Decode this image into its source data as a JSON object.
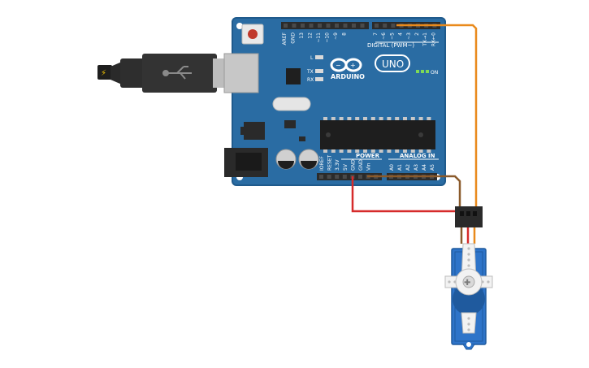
{
  "board": {
    "header_left": "AREF GND 13 12 ~11 ~10 ~9 8",
    "header_right": "7 ~6 ~5 4 ~3 2 TX→1 RX←0",
    "pins_left": [
      "AREF",
      "GND",
      "13",
      "12",
      "~11",
      "~10",
      "~9",
      "8"
    ],
    "pins_right": [
      "7",
      "~6",
      "~5",
      "4",
      "~3",
      "2",
      "TX→1",
      "RX←0"
    ],
    "digital_label": "DIGITAL (PWM~)",
    "brand": "ARDUINO",
    "model": "UNO",
    "led_l": "L",
    "led_tx": "TX",
    "led_rx": "RX",
    "on_label": "ON",
    "power_label": "POWER",
    "analog_label": "ANALOG IN",
    "power_pins": [
      "IOREF",
      "RESET",
      "3.3V",
      "5V",
      "GND",
      "GND",
      "Vin"
    ],
    "analog_pins": [
      "A0",
      "A1",
      "A2",
      "A3",
      "A4",
      "A5"
    ]
  },
  "colors": {
    "board": "#2a6ca3",
    "board_edge": "#1f5a8c",
    "header": "#2b2b2b",
    "wire_signal": "#e98a1c",
    "wire_power": "#d62b2b",
    "wire_ground": "#8a5a2b",
    "servo": "#2e74c9",
    "usb": "#3a3a3a"
  }
}
